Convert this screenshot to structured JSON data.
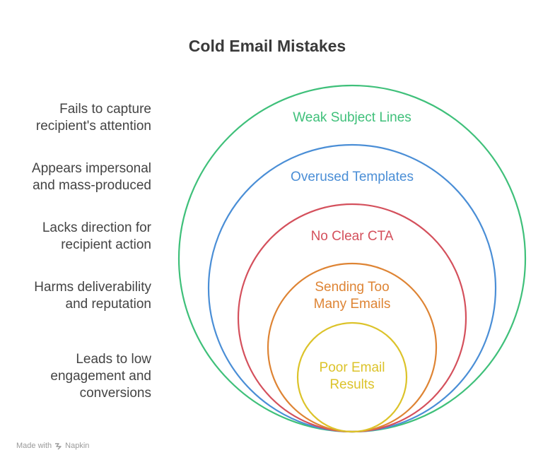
{
  "title": "Cold Email Mistakes",
  "layers": [
    {
      "label": "Weak Subject Lines",
      "description": "Fails to capture\nrecipient's attention",
      "color": "#3fc07a"
    },
    {
      "label": "Overused Templates",
      "description": "Appears impersonal\nand mass-produced",
      "color": "#4a8ed6"
    },
    {
      "label": "No Clear CTA",
      "description": "Lacks direction for\nrecipient action",
      "color": "#d4505c"
    },
    {
      "label": "Sending Too\nMany Emails",
      "description": "Harms deliverability\nand reputation",
      "color": "#de8434"
    },
    {
      "label": "Poor Email\nResults",
      "description": "Leads to low\nengagement and\nconversions",
      "color": "#dcc32a"
    }
  ],
  "footer": {
    "prefix": "Made with",
    "brand": "Napkin",
    "icon": "napkin-logo-icon"
  }
}
